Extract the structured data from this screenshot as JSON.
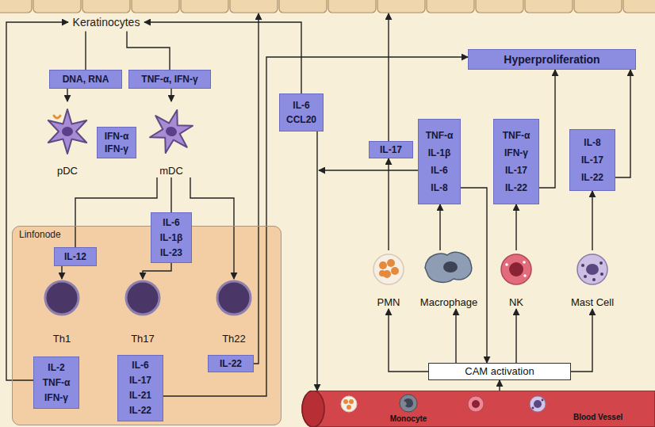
{
  "diagram": {
    "nodes": [
      {
        "text": [
          "Keratinocytes"
        ]
      },
      {
        "text": [
          "DNA, RNA"
        ]
      },
      {
        "text": [
          "TNF-α, IFN-γ"
        ]
      },
      {
        "text": [
          "Hyperproliferation"
        ]
      },
      {
        "text": [
          "pDC"
        ]
      },
      {
        "text": [
          "IFN-α IFN-γ"
        ]
      },
      {
        "text": [
          "mDC"
        ]
      },
      {
        "text": [
          "IL-6 CCL20"
        ]
      },
      {
        "text": [
          "IL-17"
        ]
      },
      {
        "text": [
          "TNF-α IL-1β IL-6 IL-8"
        ]
      },
      {
        "text": [
          "TNF-α IFN-γ IL-17 IL-22"
        ]
      },
      {
        "text": [
          "IL-8 IL-17 IL-22"
        ]
      },
      {
        "text": [
          "Linfonode"
        ]
      },
      {
        "text": [
          "IL-12"
        ],
        "in": 12
      },
      {
        "text": [
          "IL-6 IL-1β IL-23"
        ]
      },
      {
        "text": [
          "Th1"
        ],
        "in": 12
      },
      {
        "text": [
          "Th17"
        ],
        "in": 12
      },
      {
        "text": [
          "Th22"
        ],
        "in": 12
      },
      {
        "text": [
          "IL-2 TNF-α IFN-γ"
        ],
        "in": 12
      },
      {
        "text": [
          "IL-6 IL-17 IL-21 IL-22"
        ],
        "in": 12
      },
      {
        "text": [
          "IL-22"
        ],
        "in": 12
      },
      {
        "text": [
          "PMN"
        ]
      },
      {
        "text": [
          "Macrophage"
        ]
      },
      {
        "text": [
          "NK"
        ]
      },
      {
        "text": [
          "Mast Cell"
        ]
      },
      {
        "text": [
          "CAM activation"
        ]
      },
      {
        "text": [
          "Monocyte",
          "Blood Vessel"
        ]
      }
    ],
    "edges": [
      {
        "from": 0,
        "to": 1,
        "arrow": "none"
      },
      {
        "from": 0,
        "to": 2,
        "arrow": "none"
      },
      {
        "from": 1,
        "to": 4,
        "arrow": "to"
      },
      {
        "from": 2,
        "to": 6,
        "arrow": "to"
      },
      {
        "from": 6,
        "to": 13,
        "arrow": "none"
      },
      {
        "from": 13,
        "to": 15,
        "arrow": "to"
      },
      {
        "from": 6,
        "to": 14,
        "arrow": "none"
      },
      {
        "from": 14,
        "to": 16,
        "arrow": "to"
      },
      {
        "from": 6,
        "to": 17,
        "arrow": "to"
      },
      {
        "from": 18,
        "to": 0,
        "arrow": "to"
      },
      {
        "from": 19,
        "to": 3,
        "arrow": "to"
      },
      {
        "from": 7,
        "to": 0,
        "arrow": "to"
      },
      {
        "from": 7,
        "to": 26,
        "arrow": "to"
      },
      {
        "from": 21,
        "to": 8,
        "arrow": "to"
      },
      {
        "from": 22,
        "to": 9,
        "arrow": "to"
      },
      {
        "from": 9,
        "to": 25,
        "arrow": "to"
      },
      {
        "from": 23,
        "to": 10,
        "arrow": "to"
      },
      {
        "from": 10,
        "to": 3,
        "arrow": "to"
      },
      {
        "from": 24,
        "to": 11,
        "arrow": "to"
      },
      {
        "from": 11,
        "to": 3,
        "arrow": "to"
      },
      {
        "from": 25,
        "to": 21,
        "arrow": "to"
      },
      {
        "from": 25,
        "to": 22,
        "arrow": "to"
      },
      {
        "from": 25,
        "to": 23,
        "arrow": "to"
      },
      {
        "from": 25,
        "to": 24,
        "arrow": "to"
      },
      {
        "from": 26,
        "to": 25,
        "arrow": "to"
      }
    ]
  }
}
